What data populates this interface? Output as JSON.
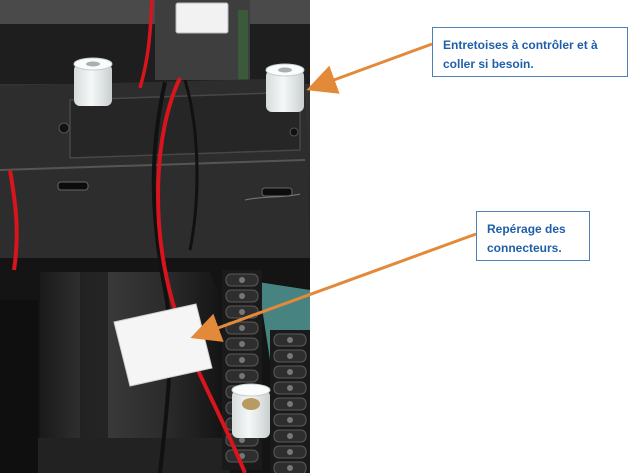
{
  "photo": {
    "subject": "robot chassis interior with wiring and tank tracks",
    "colors": {
      "chassis": "#2a2a2a",
      "wire_red": "#d8141c",
      "wire_black": "#111111",
      "spacer": "#e9ecec",
      "arrow": "#e38a3a",
      "callout_text": "#1f5fa8",
      "callout_border": "#4f7fb9"
    }
  },
  "callouts": {
    "spacers": {
      "line1": "Entretoises à contrôler et à",
      "line2": "coller si besoin."
    },
    "connectors": {
      "line1": "Repérage des",
      "line2": "connecteurs."
    }
  }
}
